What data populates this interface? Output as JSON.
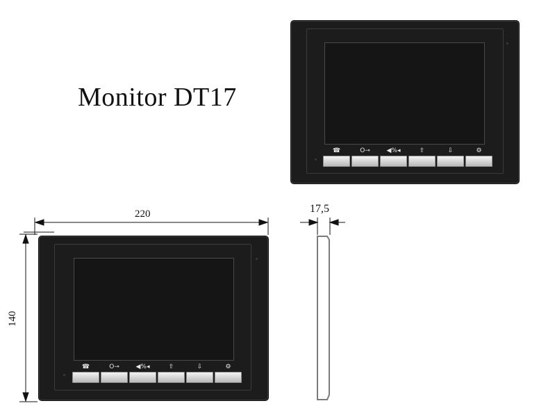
{
  "title": "Monitor DT17",
  "dimensions": {
    "width": "220",
    "height": "140",
    "depth": "17,5"
  },
  "buttons": [
    {
      "icon": "call-icon",
      "glyph": "☎"
    },
    {
      "icon": "key-icon",
      "glyph": "O⊸"
    },
    {
      "icon": "volume-icon",
      "glyph": "◀%◂"
    },
    {
      "icon": "arrow-up-icon",
      "glyph": "⇧"
    },
    {
      "icon": "arrow-down-icon",
      "glyph": "⇩"
    },
    {
      "icon": "settings-icon",
      "glyph": "⚙"
    }
  ]
}
